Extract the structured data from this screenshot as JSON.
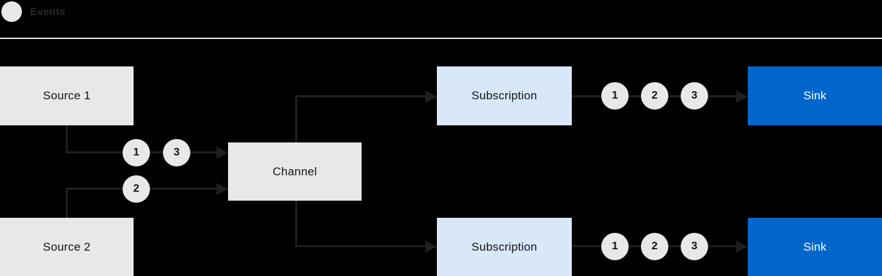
{
  "legend": {
    "label": "Events"
  },
  "colors": {
    "background": "#000000",
    "box_gray": "#e8e8e8",
    "subscription_blue": "#d9e8f9",
    "sink_blue": "#0066cc",
    "box_text": "#151515",
    "sink_text": "#ffffff",
    "connector": "#1f1f1f",
    "divider": "#e4e4e4"
  },
  "nodes": {
    "source1": "Source 1",
    "source2": "Source 2",
    "channel": "Channel",
    "subscription_top": "Subscription",
    "subscription_bottom": "Subscription",
    "sink_top": "Sink",
    "sink_bottom": "Sink"
  },
  "events": {
    "source1_to_channel": [
      "1",
      "3"
    ],
    "source2_to_channel": [
      "2"
    ],
    "subscription_top_to_sink": [
      "1",
      "2",
      "3"
    ],
    "subscription_bottom_to_sink": [
      "1",
      "2",
      "3"
    ]
  }
}
